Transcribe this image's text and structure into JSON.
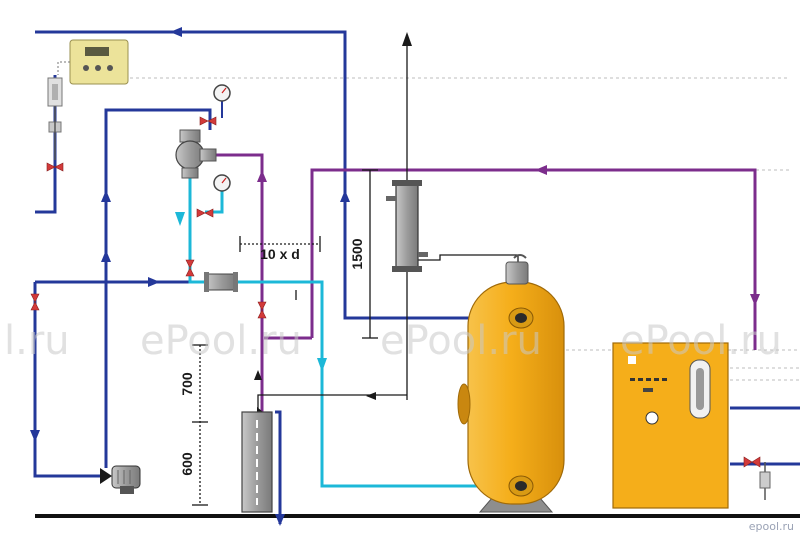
{
  "labels": {
    "pipe_distance": "10 x d",
    "height_main": "1500",
    "height_upper": "700",
    "height_lower": "600"
  },
  "watermarks": [
    "l.ru",
    "ePool.ru",
    "ePool.ru",
    "ePool.ru"
  ],
  "corner_brand": "epool.ru",
  "colors": {
    "navy_pipe": "#24389a",
    "purple_pipe": "#7c2d8c",
    "cyan_pipe": "#1cb8d8",
    "black_line": "#1a1a1a",
    "tank_yellow": "#f5ae1a",
    "grey_unit": "#9a9a9a",
    "valve_red": "#d23a3a"
  },
  "icons": [
    "pressure-gauge-icon",
    "valve-icon",
    "pump-icon",
    "flow-arrow-icon"
  ]
}
